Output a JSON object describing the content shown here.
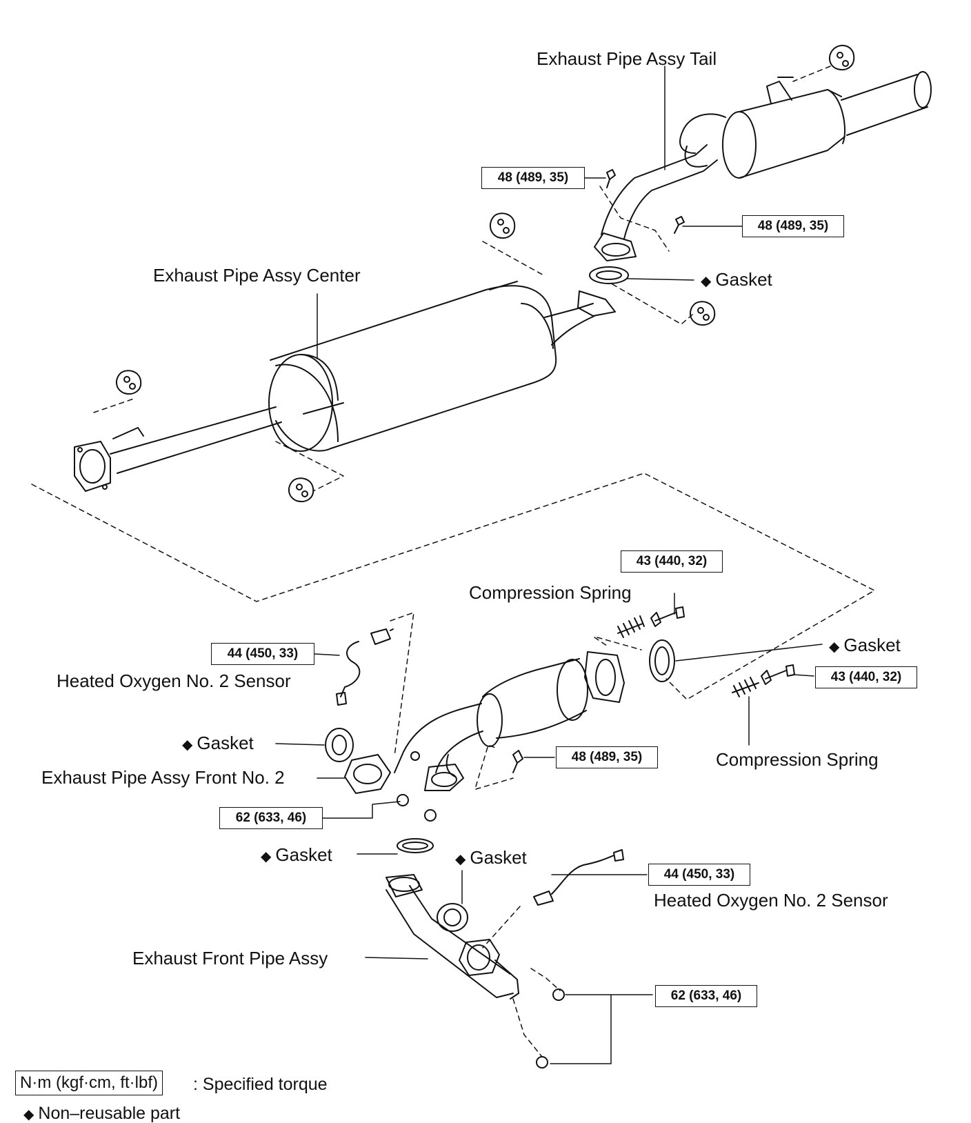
{
  "labels": {
    "tail": "Exhaust Pipe Assy Tail",
    "center": "Exhaust Pipe Assy Center",
    "gasket": "Gasket",
    "compression_spring": "Compression Spring",
    "heated_oxygen_sensor": "Heated Oxygen No. 2 Sensor",
    "front_no2": "Exhaust Pipe Assy Front No. 2",
    "front_pipe": "Exhaust Front Pipe Assy"
  },
  "torques": {
    "t48": "48 (489, 35)",
    "t43": "43 (440, 32)",
    "t44": "44 (450, 33)",
    "t62": "62 (633, 46)"
  },
  "legend": {
    "torque_unit": "N·m (kgf·cm, ft·lbf)",
    "torque_text": ": Specified torque",
    "nonreusable_text": "Non–reusable part",
    "diamond": "◆"
  }
}
